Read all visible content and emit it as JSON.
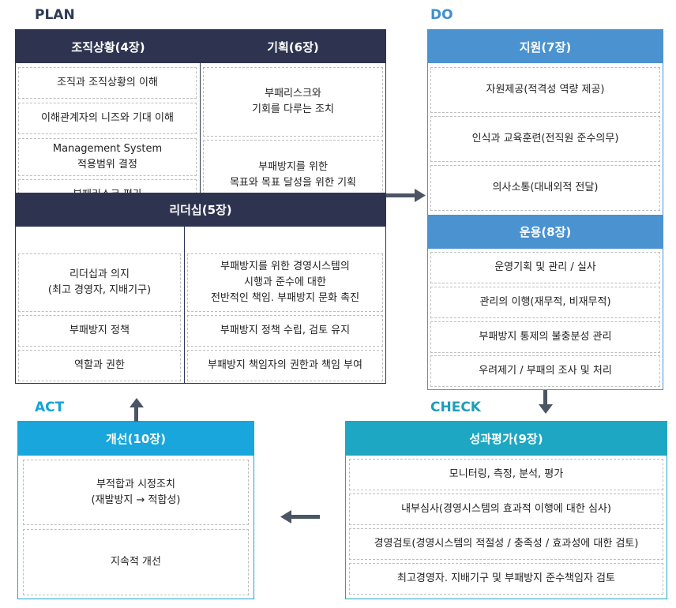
{
  "phases": {
    "plan": "PLAN",
    "do": "DO",
    "act": "ACT",
    "check": "CHECK"
  },
  "plan": {
    "org": {
      "title": "조직상황(4장)",
      "items": [
        "조직과 조직상황의 이해",
        "이해관계자의 니즈와 기대 이해",
        "Management System\n적용범위 결정",
        "부패리스크 평가"
      ]
    },
    "planning": {
      "title": "기획(6장)",
      "items": [
        "부패리스크와\n기회를 다루는 조치",
        "부패방지를 위한\n목표와 목표 달성을 위한 기획"
      ]
    },
    "leadership": {
      "title": "리더십(5장)",
      "left": [
        "리더십과 의지\n(최고 경영자, 지배기구)",
        "부패방지 정책",
        "역할과 권한"
      ],
      "right": [
        "부패방지를 위한 경영시스템의\n시행과 준수에 대한\n전반적인 책임. 부패방지 문화 촉진",
        "부패방지 정책 수립, 검토 유지",
        "부패방지 책임자의 권한과 책임 부여"
      ]
    }
  },
  "do": {
    "support": {
      "title": "지원(7장)",
      "items": [
        "자원제공(적격성 역량 제공)",
        "인식과 교육훈련(전직원 준수의무)",
        "의사소통(대내외적 전달)"
      ]
    },
    "operation": {
      "title": "운용(8장)",
      "items": [
        "운영기획 및 관리 / 실사",
        "관리의 이행(재무적, 비재무적)",
        "부패방지 통제의 불충분성 관리",
        "우려제기 / 부패의 조사 및 처리"
      ]
    }
  },
  "act": {
    "title": "개선(10장)",
    "items": [
      "부적합과 시정조치\n(재발방지 → 적합성)",
      "지속적 개선"
    ]
  },
  "check": {
    "title": "성과평가(9장)",
    "items": [
      "모니터링, 측정, 분석, 평가",
      "내부심사(경영시스템의 효과적 이행에 대한 심사)",
      "경영검토(경영시스템의 적절성 / 충족성 / 효과성에 대한 검토)",
      "최고경영자. 지배기구 및 부패방지 준수책임자 검토"
    ]
  },
  "colors": {
    "plan": "#2e3450",
    "do": "#4a92d0",
    "act": "#18a6dc",
    "check": "#1ea7c2",
    "arrow": "#4b5563"
  }
}
